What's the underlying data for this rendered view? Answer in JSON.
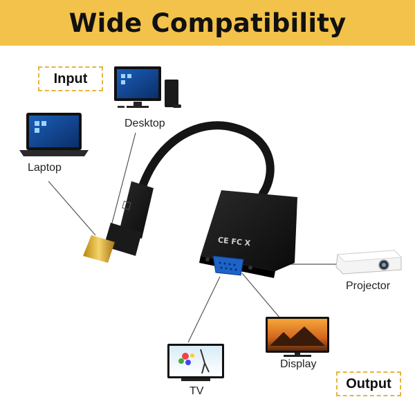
{
  "banner": {
    "title": "Wide Compatibility",
    "background": "#f3c24a"
  },
  "tags": {
    "input": "Input",
    "output": "Output"
  },
  "devices": {
    "desktop": "Desktop",
    "laptop": "Laptop",
    "projector": "Projector",
    "display": "Display",
    "tv": "TV"
  },
  "adapter": {
    "marking": "CE FC X"
  }
}
